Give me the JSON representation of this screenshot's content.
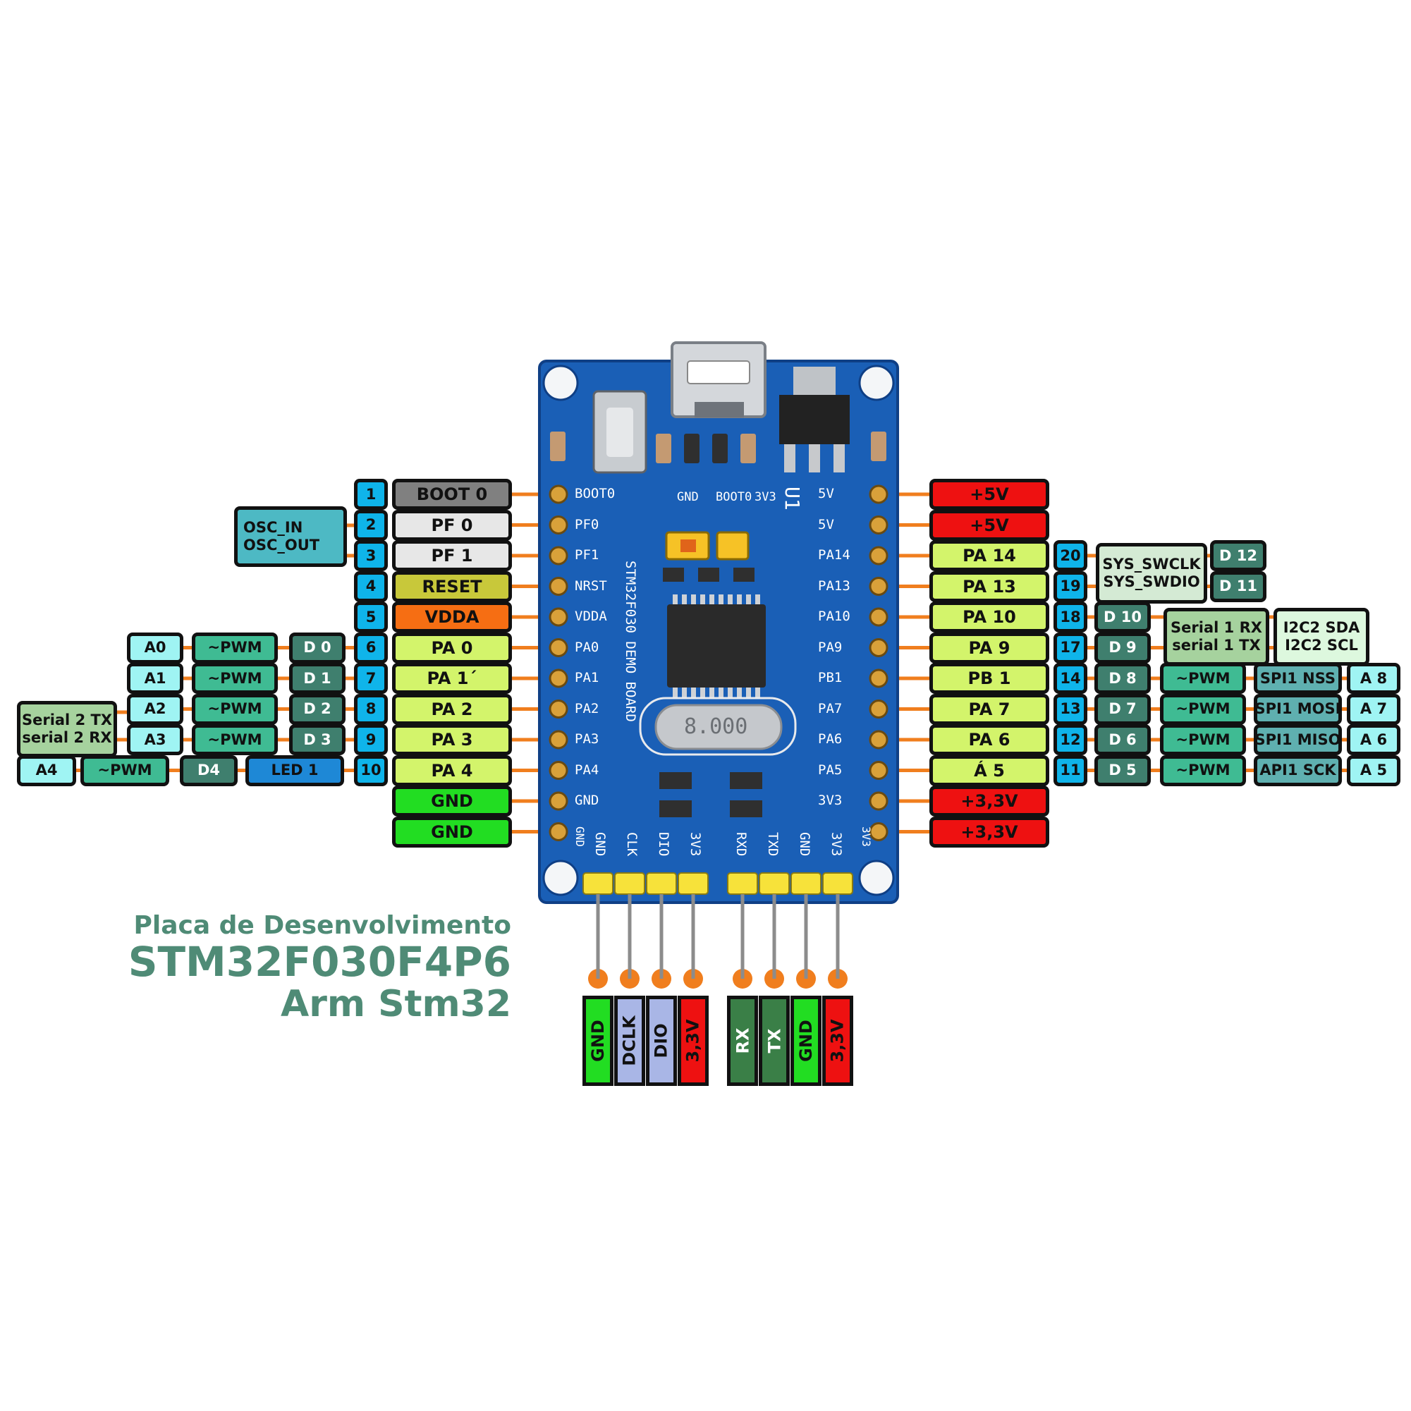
{
  "colors": {
    "pin_number": "#0fb4ea",
    "boot": "#808080",
    "pf": "#e7e7e7",
    "reset": "#c8c83a",
    "vdda": "#f66e13",
    "port": "#d3f46b",
    "gnd": "#22dd22",
    "power": "#ee1111",
    "digital": "#3f7f6e",
    "pwm": "#3fbb93",
    "analog": "#9ff4f3",
    "osc": "#4db9c4",
    "serial": "#a6d29e",
    "swd": "#d4ead4",
    "i2c": "#ddf8de",
    "spi": "#5fb0b0",
    "led": "#1e88d6",
    "dclk_dio": "#a9b6e6",
    "rx_tx": "#3a7f47",
    "wire": "#f07e1e",
    "pcb": "#1a5fb6",
    "caption": "#4f8b76"
  },
  "caption": {
    "line1": "Placa de Desenvolvimento",
    "line2": "STM32F030F4P6",
    "line3": "Arm Stm32"
  },
  "board": {
    "silk_left": [
      "BOOT0",
      "PF0",
      "PF1",
      "NRST",
      "VDDA",
      "PA0",
      "PA1",
      "PA2",
      "PA3",
      "PA4",
      "GND"
    ],
    "silk_right": [
      "5V",
      "5V",
      "PA14",
      "PA13",
      "PA10",
      "PA9",
      "PB1",
      "PA7",
      "PA6",
      "PA5",
      "3V3"
    ],
    "silk_bottom": [
      "GND",
      "CLK",
      "DIO",
      "3V3",
      "RXD",
      "TXD",
      "GND",
      "3V3"
    ],
    "silk_top": [
      "GND",
      "BOOT0",
      "3V3"
    ],
    "board_name": "STM32F030 DEMO BOARD",
    "ref_u1": "U1",
    "crystal": "8.000",
    "corner_gnd": "GND",
    "corner_3v3": "3V3"
  },
  "left_pins": [
    {
      "num": "1",
      "name": "BOOT 0",
      "type": "boot"
    },
    {
      "num": "2",
      "name": "PF 0",
      "type": "pf"
    },
    {
      "num": "3",
      "name": "PF 1",
      "type": "pf"
    },
    {
      "num": "4",
      "name": "RESET",
      "type": "reset"
    },
    {
      "num": "5",
      "name": "VDDA",
      "type": "vdda"
    },
    {
      "num": "6",
      "name": "PA 0",
      "type": "port"
    },
    {
      "num": "7",
      "name": "PA 1´",
      "type": "port"
    },
    {
      "num": "8",
      "name": "PA 2",
      "type": "port"
    },
    {
      "num": "9",
      "name": "PA 3",
      "type": "port"
    },
    {
      "num": "10",
      "name": "PA 4",
      "type": "port"
    },
    {
      "num": "",
      "name": "GND",
      "type": "gnd"
    },
    {
      "num": "",
      "name": "GND",
      "type": "gnd"
    }
  ],
  "left_extras": {
    "osc": [
      "OSC_IN",
      "OSC_OUT"
    ],
    "rows": [
      {
        "analog": "A0",
        "pwm": "~PWM",
        "digital": "D 0"
      },
      {
        "analog": "A1",
        "pwm": "~PWM",
        "digital": "D 1"
      },
      {
        "analog": "A2",
        "pwm": "~PWM",
        "digital": "D 2"
      },
      {
        "analog": "A3",
        "pwm": "~PWM",
        "digital": "D 3"
      }
    ],
    "serial2": [
      "Serial 2 TX",
      "serial 2 RX"
    ],
    "pa4_row": {
      "analog": "A4",
      "pwm": "~PWM",
      "digital": "D4",
      "led": "LED 1"
    }
  },
  "right_pins": [
    {
      "num": "",
      "name": "+5V",
      "type": "power"
    },
    {
      "num": "",
      "name": "+5V",
      "type": "power"
    },
    {
      "num": "20",
      "name": "PA 14",
      "type": "port"
    },
    {
      "num": "19",
      "name": "PA 13",
      "type": "port"
    },
    {
      "num": "18",
      "name": "PA 10",
      "type": "port"
    },
    {
      "num": "17",
      "name": "PA 9",
      "type": "port"
    },
    {
      "num": "14",
      "name": "PB 1",
      "type": "port"
    },
    {
      "num": "13",
      "name": "PA 7",
      "type": "port"
    },
    {
      "num": "12",
      "name": "PA 6",
      "type": "port"
    },
    {
      "num": "11",
      "name": "Á 5",
      "type": "port"
    },
    {
      "num": "",
      "name": "+3,3V",
      "type": "power"
    },
    {
      "num": "",
      "name": "+3,3V",
      "type": "power"
    }
  ],
  "right_extras": {
    "swd": [
      "SYS_SWCLK",
      "SYS_SWDIO"
    ],
    "d12": "D 12",
    "d11": "D 11",
    "d10": "D 10",
    "d9": "D 9",
    "serial1": [
      "Serial 1 RX",
      "serial 1 TX"
    ],
    "i2c": [
      "I2C2 SDA",
      "I2C2 SCL"
    ],
    "rows": [
      {
        "digital": "D 8",
        "pwm": "~PWM",
        "spi": "SPI1 NSS",
        "analog": "A 8"
      },
      {
        "digital": "D 7",
        "pwm": "~PWM",
        "spi": "SPI1 MOSI",
        "analog": "A 7"
      },
      {
        "digital": "D 6",
        "pwm": "~PWM",
        "spi": "SPI1 MISO",
        "analog": "A 6"
      },
      {
        "digital": "D 5",
        "pwm": "~PWM",
        "spi": "API1 SCK",
        "analog": "A 5"
      }
    ]
  },
  "bottom_pins": [
    {
      "name": "GND",
      "type": "gnd"
    },
    {
      "name": "DCLK",
      "type": "dclk_dio"
    },
    {
      "name": "DIO",
      "type": "dclk_dio"
    },
    {
      "name": "3,3V",
      "type": "power"
    },
    {
      "name": "RX",
      "type": "rx_tx"
    },
    {
      "name": "TX",
      "type": "rx_tx"
    },
    {
      "name": "GND",
      "type": "gnd"
    },
    {
      "name": "3,3V",
      "type": "power"
    }
  ]
}
